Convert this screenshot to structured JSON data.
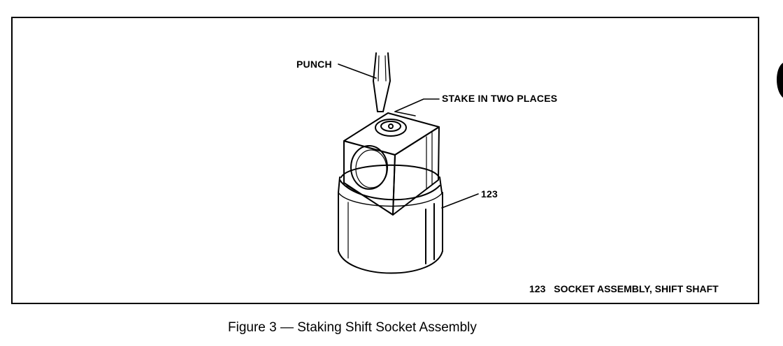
{
  "labels": {
    "punch": "PUNCH",
    "stake": "STAKE IN TWO PLACES",
    "part_number": "123"
  },
  "legend": {
    "number": "123",
    "description": "SOCKET ASSEMBLY, SHIFT SHAFT"
  },
  "caption": "Figure 3 — Staking Shift Socket Assembly"
}
